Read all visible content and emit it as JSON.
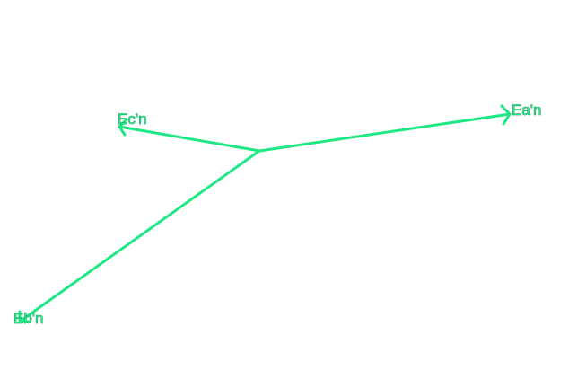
{
  "diagram": {
    "color": "#1ee884",
    "phasors": [
      {
        "id": "ea",
        "label": "Ea'n"
      },
      {
        "id": "eb",
        "label": "Eb'n"
      },
      {
        "id": "ec",
        "label": "Ec'n"
      }
    ]
  }
}
